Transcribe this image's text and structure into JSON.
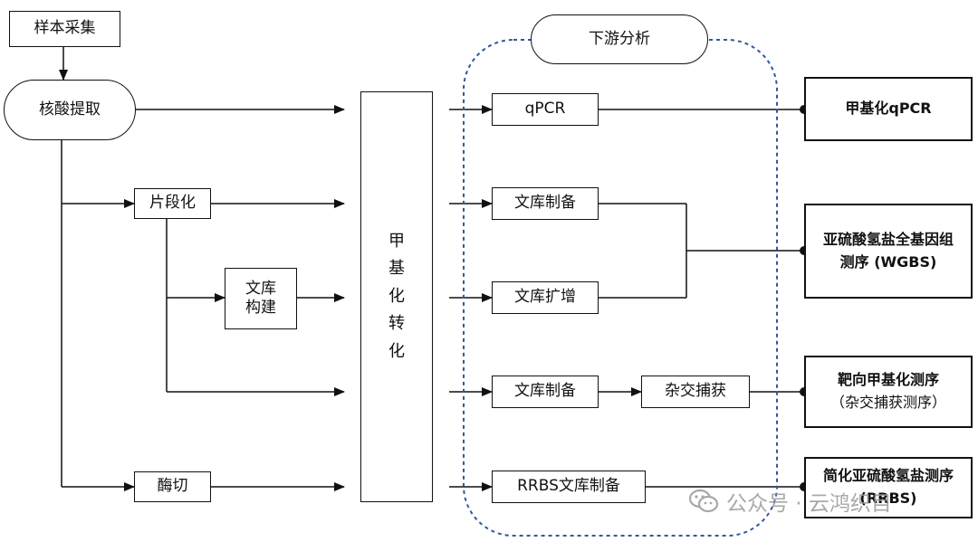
{
  "steps": {
    "sampling": "样本采集",
    "extraction": "核酸提取",
    "fragmentation": "片段化",
    "digestion": "酶切",
    "library_construction": [
      "文库",
      "构建"
    ],
    "conversion": [
      "甲",
      "基",
      "化",
      "转",
      "化"
    ]
  },
  "downstream": {
    "title": "下游分析",
    "qpcr": "qPCR",
    "lib_prep_1": "文库制备",
    "lib_amp": "文库扩增",
    "lib_prep_2": "文库制备",
    "hybrid_capture": "杂交捕获",
    "rrbs_prep": "RRBS文库制备"
  },
  "results": {
    "mqpcr": "甲基化qPCR",
    "wgbs": [
      "亚硫酸氢盐全基因组",
      "测序 (WGBS)"
    ],
    "targeted": [
      "靶向甲基化测序",
      "（杂交捕获测序）"
    ],
    "rrbs": [
      "简化亚硫酸氢盐测序",
      "(RRBS)"
    ]
  },
  "watermark": {
    "text": "公众号 · 云鸿织目",
    "icon": "wechat-icon"
  }
}
